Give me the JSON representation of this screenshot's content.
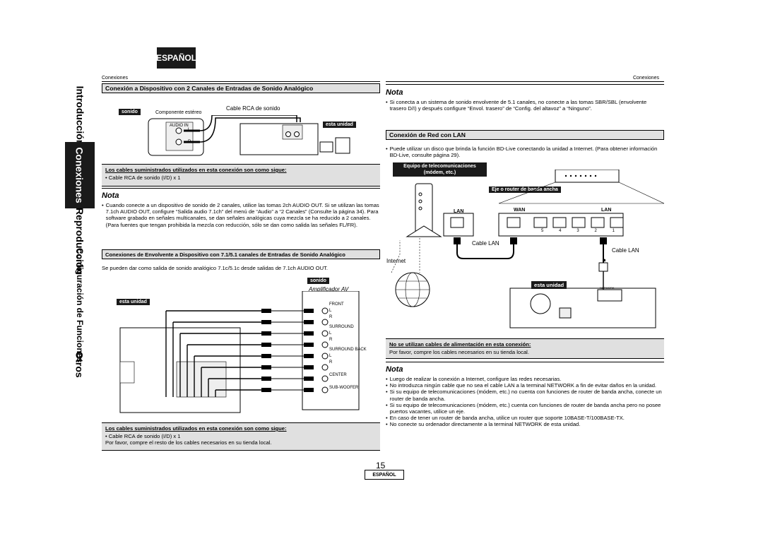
{
  "language_badge": "ESPAÑOL",
  "header": {
    "left": "Conexiones",
    "right": "Conexiones"
  },
  "tabs": [
    "Introducción",
    "Conexiones",
    "Reproducción",
    "Configuración de Funciones",
    "Otros"
  ],
  "left": {
    "section1": {
      "title": "Conexión a Dispositivo con 2 Canales de Entradas de Sonido Analógico",
      "sonido_tag": "sonido",
      "componente_label": "Componente estéreo",
      "cable_label": "Cable RCA de sonido",
      "esta_unidad": "esta unidad",
      "audio_in": "AUDIO IN",
      "l": "L",
      "r": "R",
      "cables_title": "Los cables suministrados utilizados en esta conexión son como sigue:",
      "cables_item": "• Cable RCA de sonido (I/D) x 1"
    },
    "nota1": {
      "title": "Nota",
      "text": "Cuando conecte a un dispositivo de sonido de 2 canales, utilice las tomas 2ch AUDIO OUT. Si se utilizan las tomas 7.1ch AUDIO OUT, configure “Salida audio 7.1ch” del menú de “Audio” a “2 Canales” (Consulte la página 34). Para software grabado en señales multicanales, se dan señales analógicas cuya mezcla se ha reducido a 2 canales. (Para fuentes que tengan prohibida la mezcla con reducción, sólo se dan como salida las señales FL/FR)."
    },
    "section2": {
      "title": "Conexiones de Envolvente a Dispositivo con 7.1/5.1 canales de Entradas de Sonido Analógico",
      "text": "Se pueden dar como salida de sonido analógico 7.1c/5.1c desde salidas de 7.1ch AUDIO OUT.",
      "sonido_tag": "sonido",
      "amp_label": "Amplificador AV",
      "esta_unidad": "esta unidad",
      "channels": [
        "FRONT",
        "L",
        "R",
        "SURROUND",
        "L",
        "R",
        "SURROUND BACK",
        "L",
        "R",
        "CENTER",
        "SUB-WOOFER"
      ]
    },
    "cables_box": {
      "title": "Los cables suministrados utilizados en esta conexión son como sigue:",
      "item": "• Cable RCA de sonido (I/D) x 1",
      "note": "Por favor, compre el resto de los cables necesarios en su tienda local."
    }
  },
  "right": {
    "nota_top": {
      "title": "Nota",
      "text": "Si conecta a un sistema de sonido envolvente de 5.1 canales, no conecte a las tomas SBR/SBL (envolvente trasero D/I) y después configure “Envol. trasero” de “Config. del altavoz” a “Ninguno”."
    },
    "lan": {
      "title": "Conexión de Red con LAN",
      "text": "Puede utilizar un disco que brinda la función BD-Live conectando la unidad a Internet. (Para obtener información BD-Live, consulte página 29).",
      "equipo": "Equipo de telecomunicaciones (módem, etc.)",
      "router": "Eje o router de banda ancha",
      "lan_left": "LAN",
      "wan": "WAN",
      "lan_right": "LAN",
      "cable_lan_1": "Cable LAN",
      "cable_lan_2": "Cable LAN",
      "internet": "Internet",
      "esta_unidad": "esta unidad",
      "network": "NETWORK",
      "port_numbers": [
        "5",
        "4",
        "3",
        "2",
        "1"
      ]
    },
    "no_power": {
      "title": "No se utilizan cables de alimentación en esta conexión:",
      "text": "Por favor, compre los cables necesarios en su tienda local."
    },
    "nota_bottom": {
      "title": "Nota",
      "items": [
        "Luego de realizar la conexión a Internet, configure las redes necesarias.",
        "No introduzca ningún cable que no sea el cable LAN a la terminal NETWORK a fin de evitar daños en la unidad.",
        "Si su equipo de telecomunicaciones (módem, etc.) no cuenta con funciones de router de banda ancha, conecte un router de banda ancha.",
        "Si su equipo de telecomunicaciones (módem, etc.) cuenta con funciones de router de banda ancha pero no posee puertos vacantes, utilice un eje.",
        "En caso de tener un router de banda ancha, utilice un router que soporte 10BASE-T/100BASE-TX.",
        "No conecte su ordenador directamente a la terminal NETWORK de esta unidad."
      ]
    }
  },
  "footer": {
    "page_number": "15",
    "badge": "ESPAÑOL"
  }
}
